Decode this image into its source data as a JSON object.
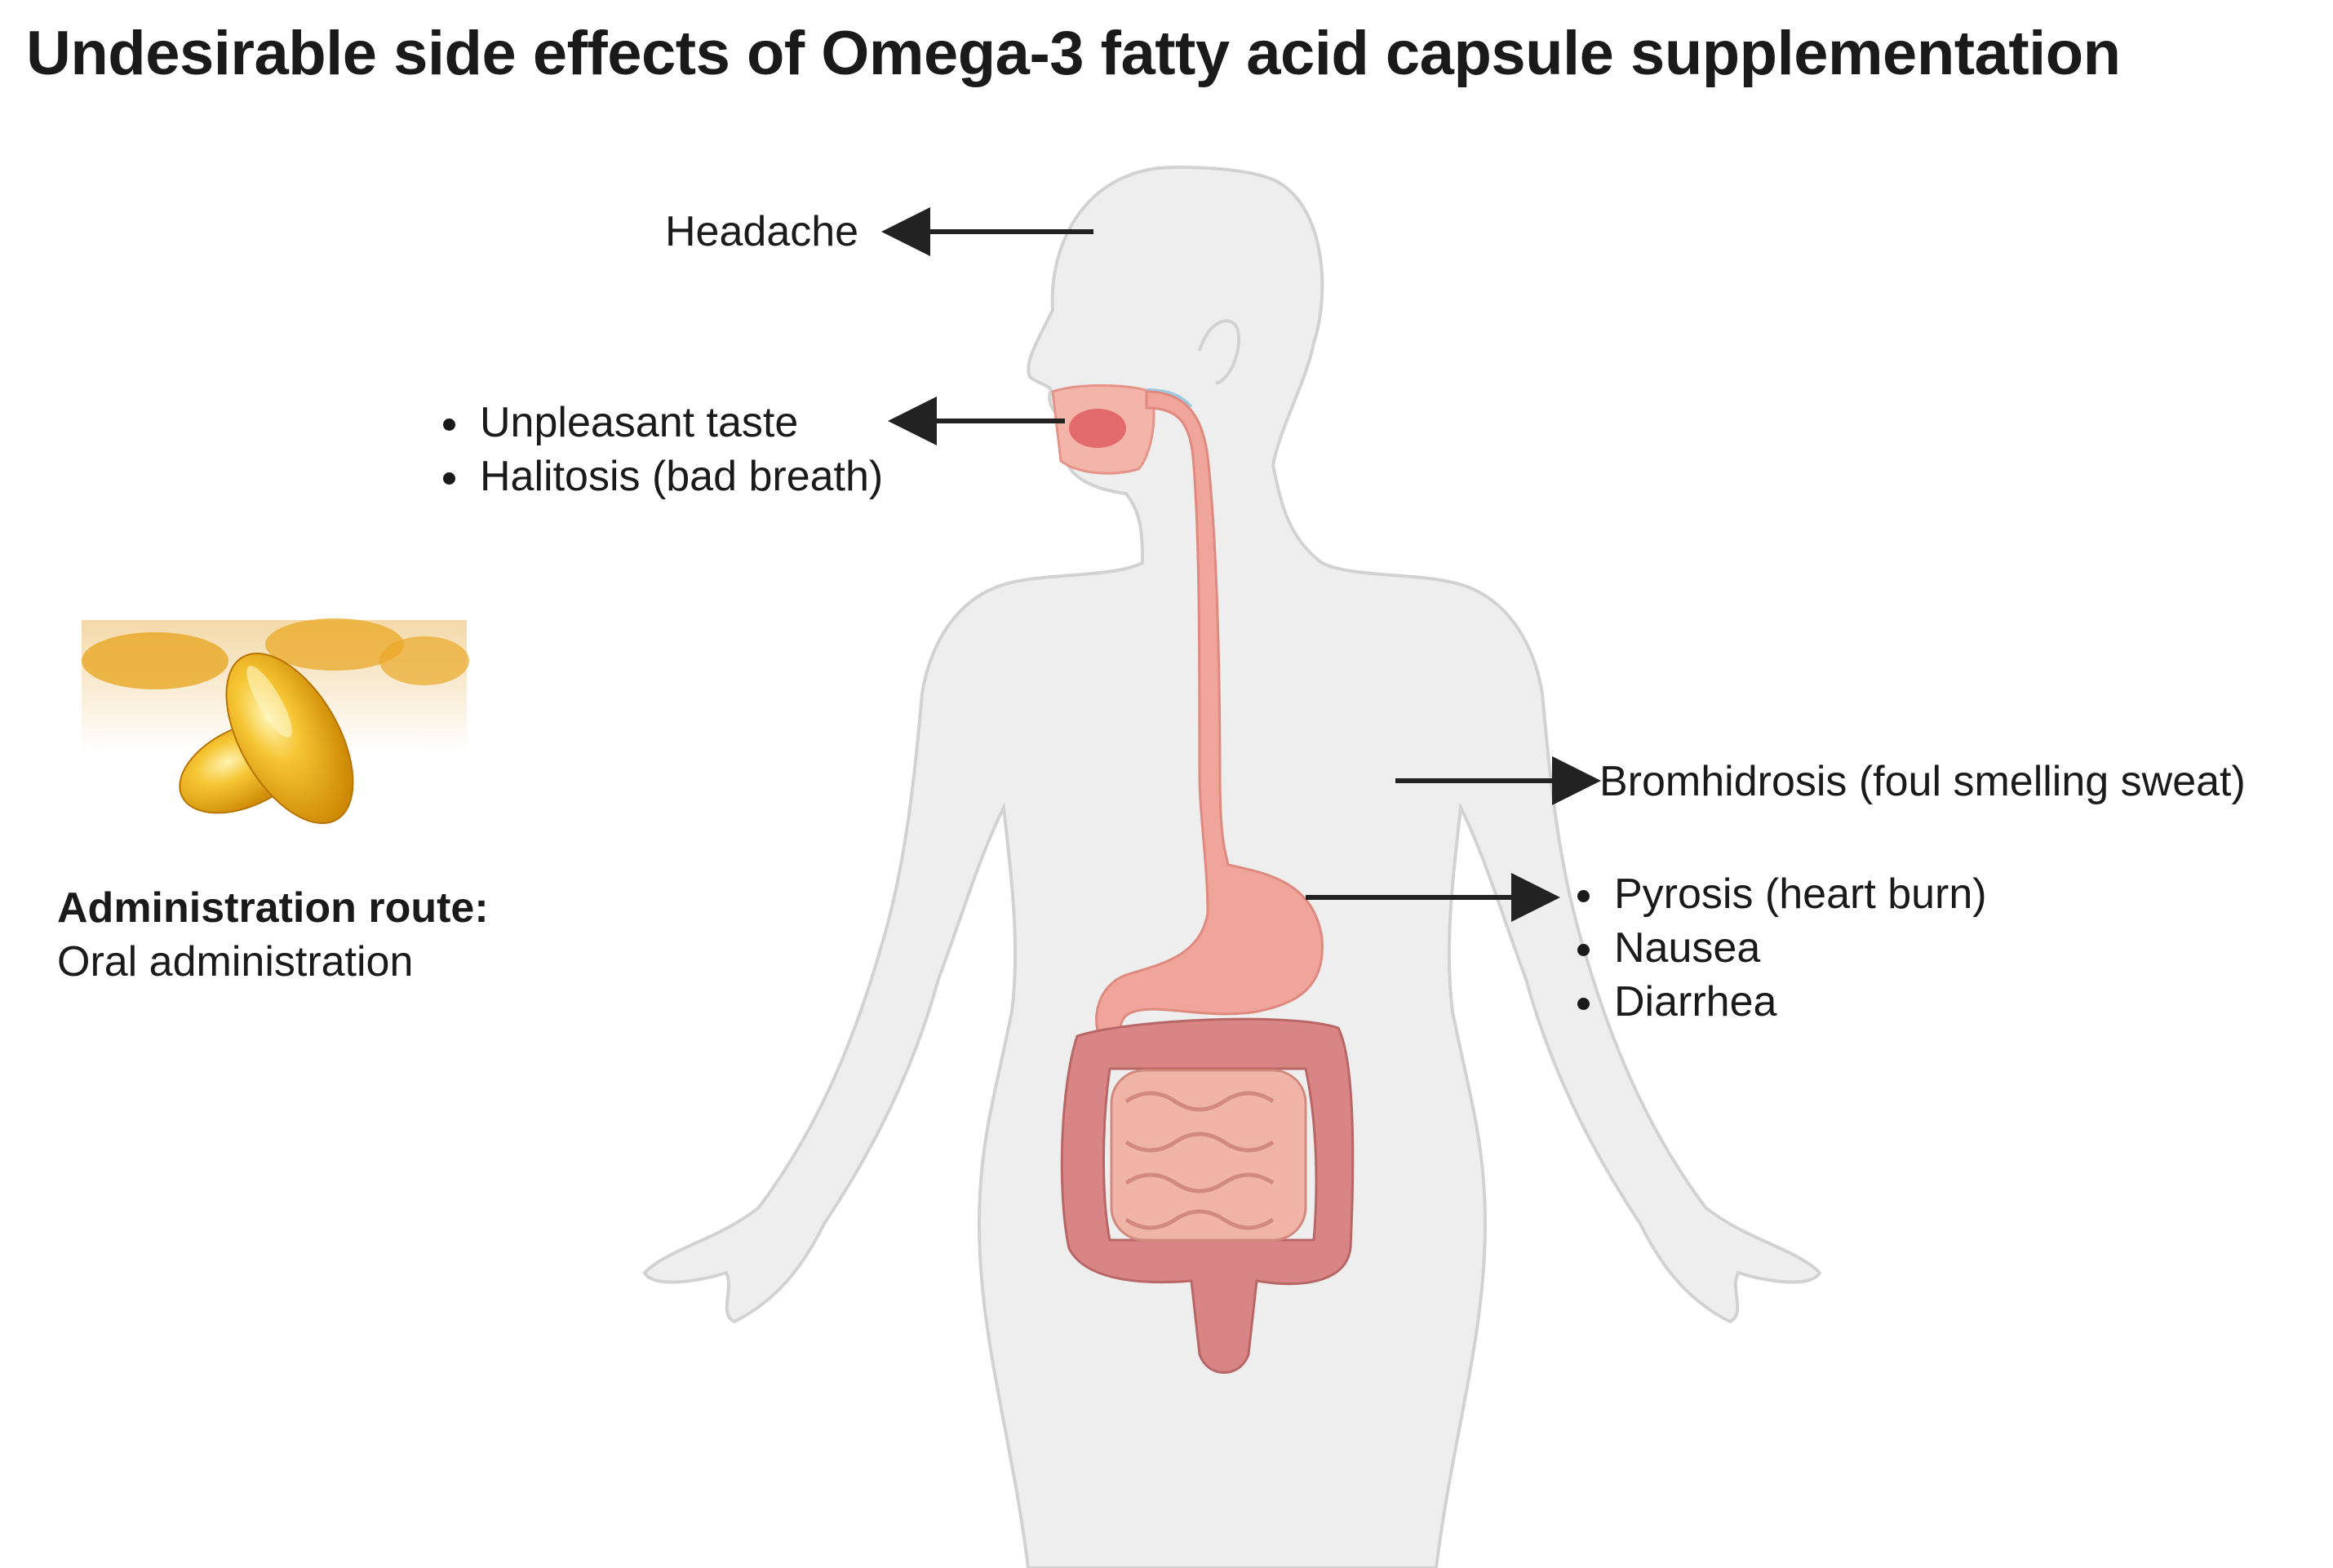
{
  "title": "Undesirable side effects of Omega-3 fatty acid capsule supplementation",
  "labels": {
    "headache": "Headache",
    "mouth": [
      "Unpleasant taste",
      "Halitosis (bad breath)"
    ],
    "skin": "Bromhidrosis (foul smelling sweat)",
    "gut": [
      "Pyrosis (heart burn)",
      "Nausea",
      "Diarrhea"
    ]
  },
  "administration": {
    "heading": "Administration route:",
    "value": "Oral administration"
  },
  "colors": {
    "body": "#eeeeee",
    "body_outline": "#d2d2d2",
    "gut": "#f0a59a",
    "colon": "#d98585",
    "capsule": "#f2b322",
    "arrow": "#222222"
  }
}
